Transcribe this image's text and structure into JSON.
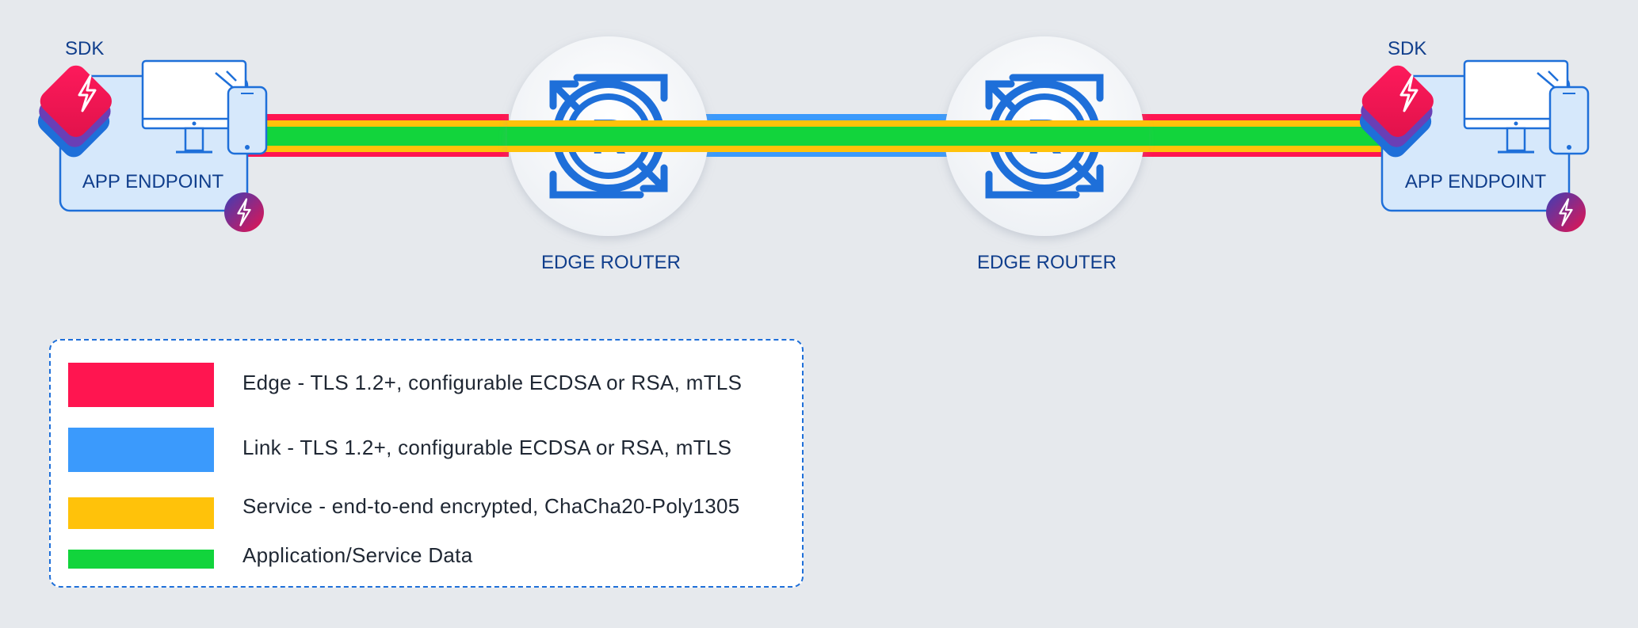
{
  "colors": {
    "edge": "#ff1550",
    "link": "#3b9afc",
    "service": "#ffc20a",
    "data": "#12d43c",
    "navy": "#103e8c",
    "blue": "#1e6fd9"
  },
  "endpoints": {
    "left": {
      "sdk_label": "SDK",
      "label": "APP ENDPOINT"
    },
    "right": {
      "sdk_label": "SDK",
      "label": "APP ENDPOINT"
    }
  },
  "routers": [
    {
      "label": "EDGE ROUTER"
    },
    {
      "label": "EDGE ROUTER"
    }
  ],
  "legend": [
    {
      "key": "edge",
      "text": "Edge - TLS 1.2+, configurable ECDSA or RSA, mTLS"
    },
    {
      "key": "link",
      "text": "Link - TLS 1.2+, configurable ECDSA or RSA, mTLS"
    },
    {
      "key": "service",
      "text": "Service - end-to-end encrypted, ChaCha20-Poly1305"
    },
    {
      "key": "data",
      "text": "Application/Service Data"
    }
  ]
}
